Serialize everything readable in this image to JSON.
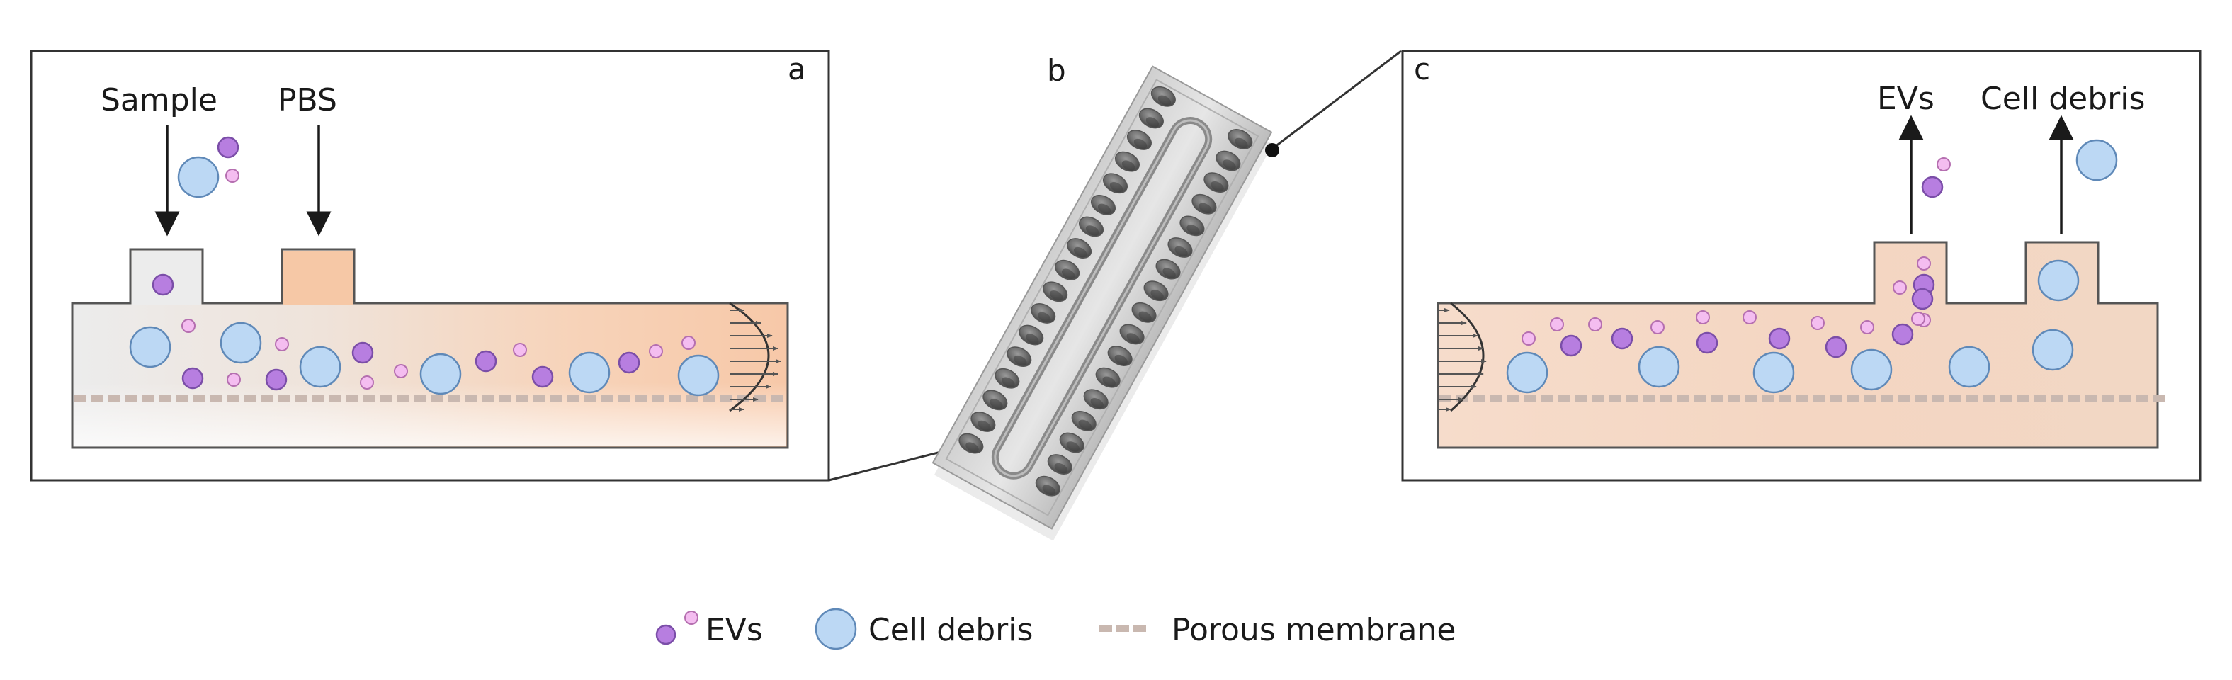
{
  "panels": {
    "a": {
      "letter": "a",
      "sample_label": "Sample",
      "pbs_label": "PBS"
    },
    "b": {
      "letter": "b"
    },
    "c": {
      "letter": "c",
      "evs_label": "EVs",
      "debris_label": "Cell debris"
    }
  },
  "legend": {
    "evs": "EVs",
    "debris": "Cell debris",
    "membrane": "Porous membrane"
  },
  "colors": {
    "ev_large_fill": "#b77ee0",
    "ev_large_stroke": "#7b4ea8",
    "ev_small_fill": "#f4bdf0",
    "ev_small_stroke": "#b56fb0",
    "debris_fill": "#bcd8f4",
    "debris_stroke": "#5f89b8",
    "pbs_tint": "#f6c8a6",
    "channel_grey": "#ececec",
    "membrane": "#c9b8b0",
    "chip_grey": "#8a8a8a"
  }
}
